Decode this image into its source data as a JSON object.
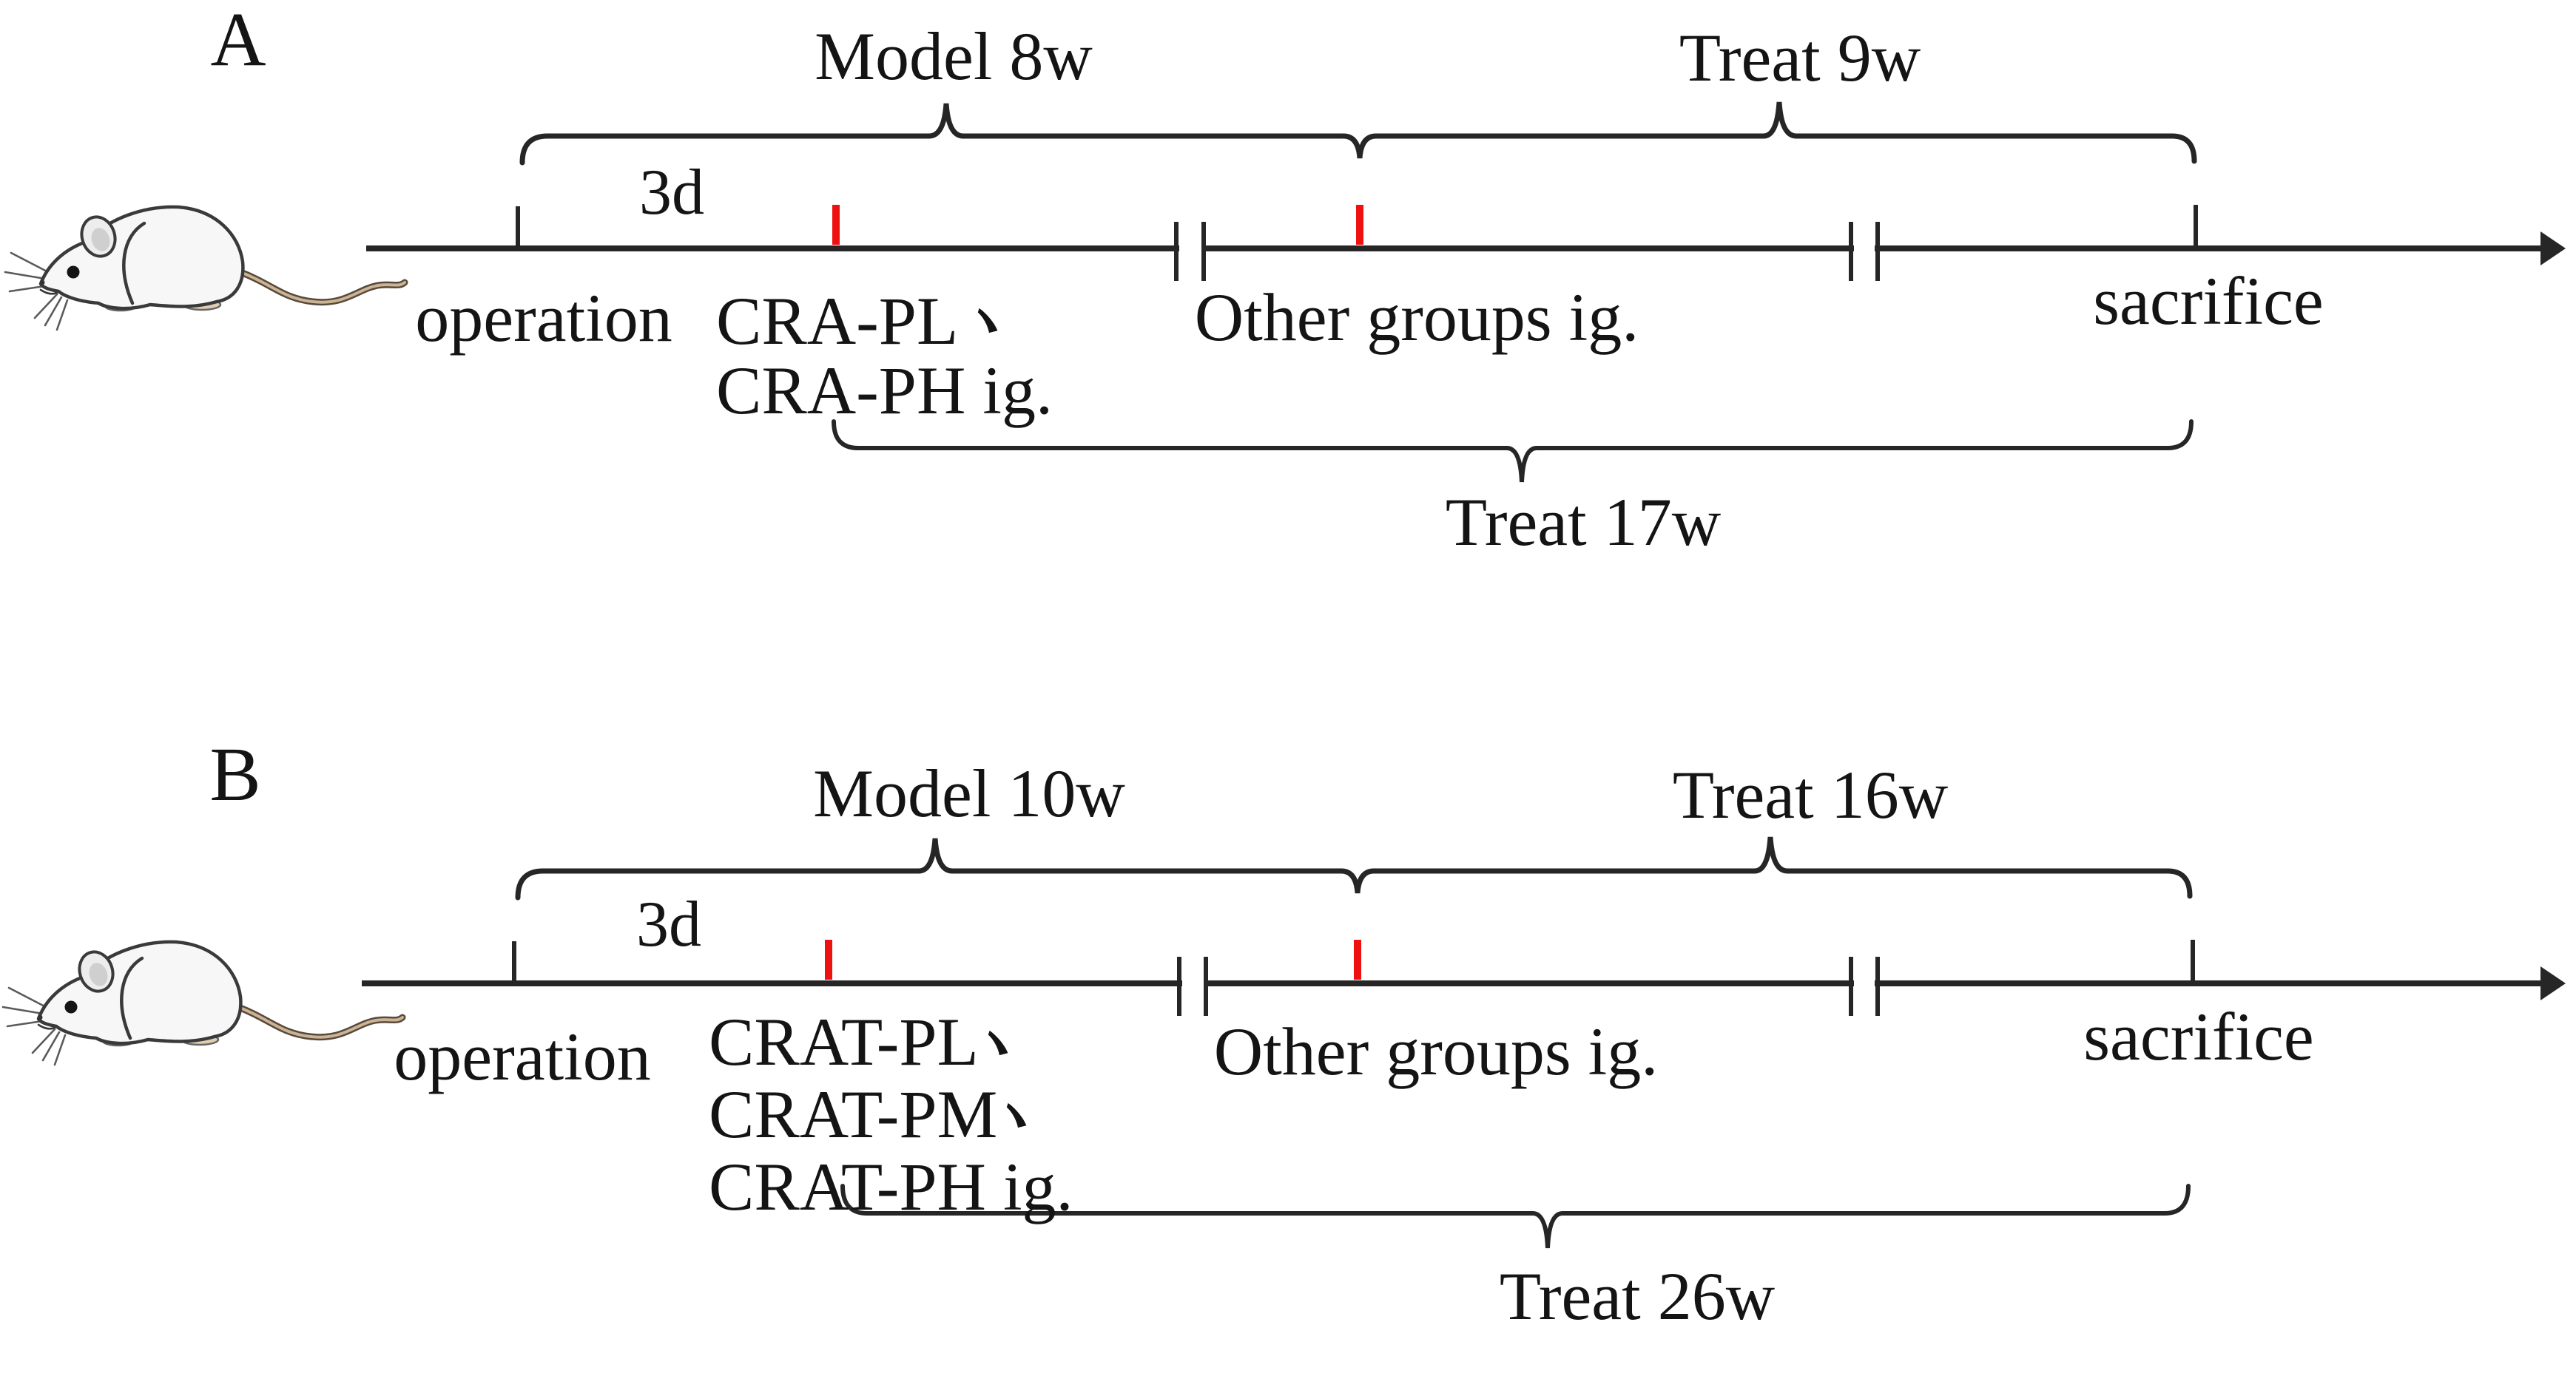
{
  "figure": {
    "background_color": "#ffffff",
    "line_color": "#262626",
    "text_color": "#141414",
    "red_tick_color": "#ee1111",
    "mouse_body_color": "#f7f7f7",
    "mouse_tail_color": "#cbb393"
  },
  "panels": [
    {
      "letter": "A",
      "model_brace_label": "Model 8w",
      "treat_brace_label": "Treat 9w",
      "interval_label": "3d",
      "operation_label": "operation",
      "treatment_lines": [
        {
          "text": "CRA-PL",
          "separator": "、"
        },
        {
          "text": "CRA-PH ig.",
          "separator": ""
        }
      ],
      "other_groups_label": "Other groups ig.",
      "sacrifice_label": "sacrifice",
      "total_brace_label": "Treat 17w"
    },
    {
      "letter": "B",
      "model_brace_label": "Model 10w",
      "treat_brace_label": "Treat 16w",
      "interval_label": "3d",
      "operation_label": "operation",
      "treatment_lines": [
        {
          "text": "CRAT-PL",
          "separator": "、"
        },
        {
          "text": "CRAT-PM",
          "separator": "、"
        },
        {
          "text": "CRAT-PH ig.",
          "separator": ""
        }
      ],
      "other_groups_label": "Other groups ig.",
      "sacrifice_label": "sacrifice",
      "total_brace_label": "Treat 26w"
    }
  ]
}
